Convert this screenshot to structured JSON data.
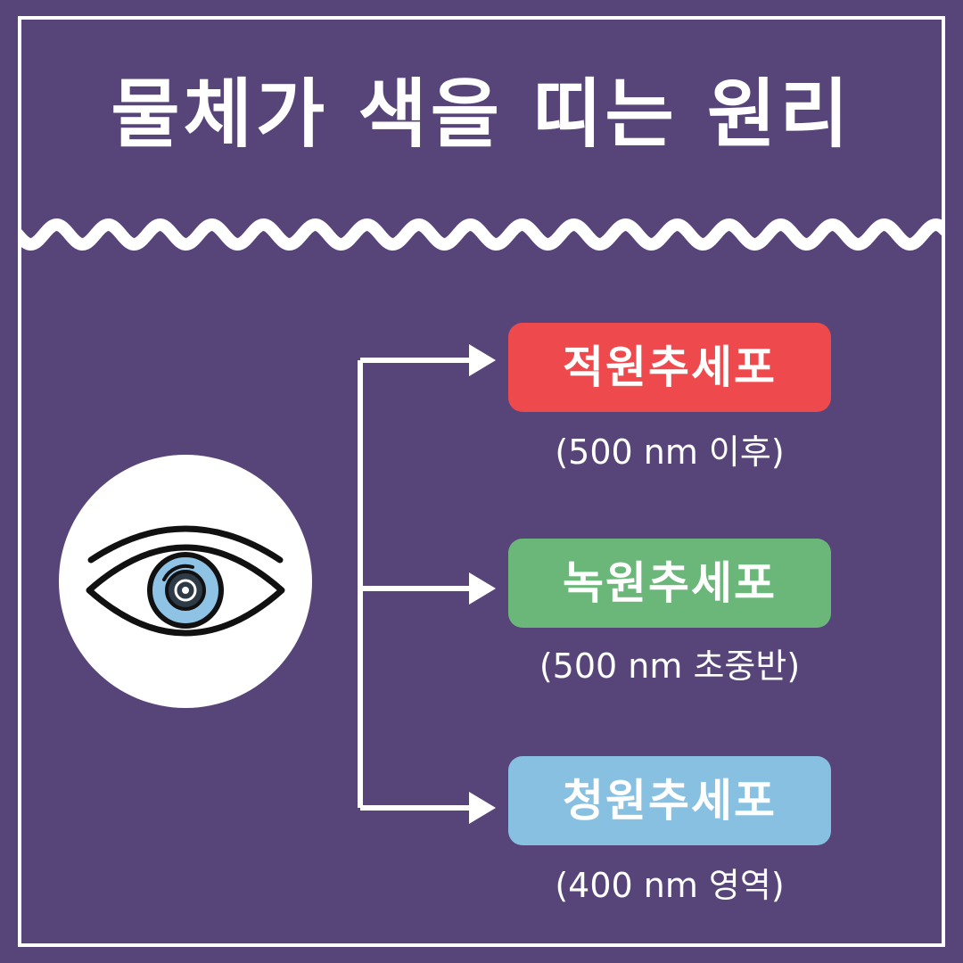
{
  "title": "물체가 색을 띠는 원리",
  "icon": "eye-icon",
  "colors": {
    "background": "#574579",
    "red_cone": "#EE4A4D",
    "green_cone": "#6BB77A",
    "blue_cone": "#87C0E1"
  },
  "cones": [
    {
      "label": "적원추세포",
      "range": "(500 nm 이후)"
    },
    {
      "label": "녹원추세포",
      "range": "(500 nm 초중반)"
    },
    {
      "label": "청원추세포",
      "range": "(400 nm 영역)"
    }
  ]
}
